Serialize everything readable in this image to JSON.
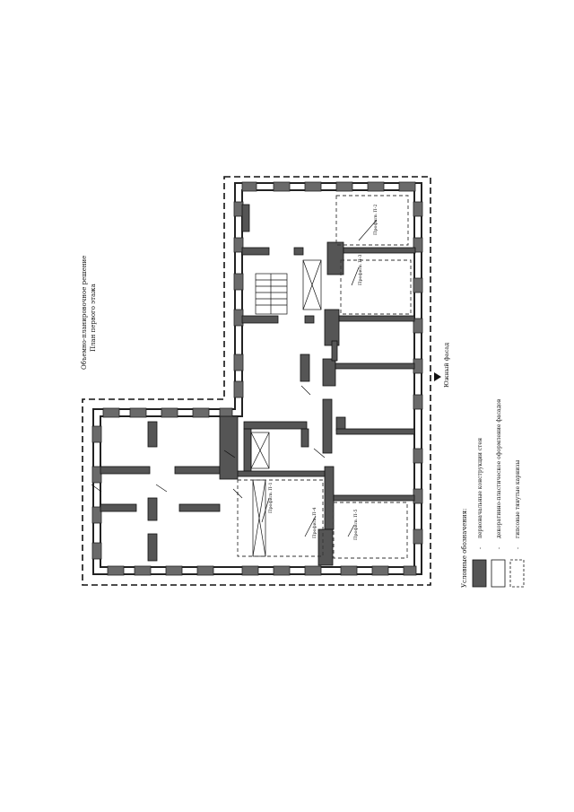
{
  "heading": {
    "line1": "Объемно-планировочное решение",
    "line2": "План первого этажа"
  },
  "orientation": {
    "south_facade": "Южный фасад"
  },
  "legend": {
    "title": "Условные обозначения:",
    "items": [
      {
        "dash": "-",
        "text": "первоначальные конструкции стен",
        "swatch": "dark-fill"
      },
      {
        "dash": "-",
        "text": "декоративно-пластическое оформление фасадов",
        "swatch": "light-outline"
      },
      {
        "dash": "-",
        "text": "гипсовые тянутые карнизы",
        "swatch": "dashed-outline"
      }
    ]
  },
  "cornice_tags": [
    "Профиль П-1",
    "Профиль П-2",
    "Профиль П-3",
    "Профиль П-4",
    "Профиль П-5"
  ],
  "colors": {
    "wall": "#5a5a5a",
    "wall_dark": "#333333",
    "line": "#111111",
    "paper": "#ffffff"
  }
}
